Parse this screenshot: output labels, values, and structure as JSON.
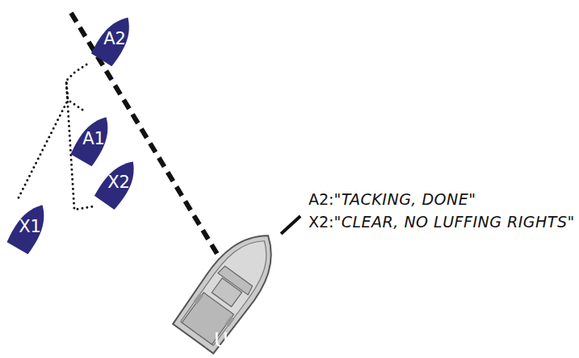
{
  "diagram": {
    "nodes": [
      {
        "text": [
          "A2"
        ]
      },
      {
        "text": [
          "A1"
        ]
      },
      {
        "text": [
          "X2"
        ]
      },
      {
        "text": [
          "X1"
        ]
      },
      {
        "text": [
          "U"
        ]
      }
    ],
    "edges": [
      {
        "from": 1,
        "to": 0,
        "arrow": "none"
      },
      {
        "from": 3,
        "to": 2,
        "arrow": "none"
      }
    ],
    "labels": [
      "A2:",
      "\"TACKING, DONE\"",
      "X2:",
      "\"CLEAR, NO LUFFING RIGHTS\""
    ]
  }
}
